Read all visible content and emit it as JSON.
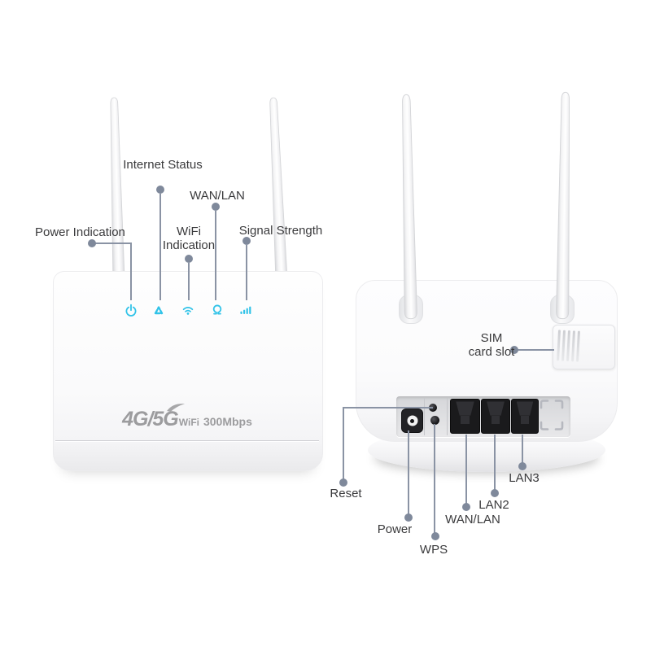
{
  "title": "4G/5G wireless router front and back callout diagram",
  "front_view": {
    "callouts": {
      "power_indication": "Power Indication",
      "internet_status": "Internet Status",
      "wifi_indication": "WiFi Indication",
      "wan_lan": "WAN/LAN",
      "signal_strength": "Signal Strength"
    },
    "led_icons": [
      "power-icon",
      "internet-status-icon",
      "wifi-icon",
      "wan-lan-icon",
      "signal-strength-icon"
    ],
    "logo": {
      "network": "4G/5G",
      "wifi": "WiFi",
      "speed": "300Mbps"
    }
  },
  "back_view": {
    "callouts": {
      "sim_card_slot": {
        "line1": "SIM",
        "line2": "card slot"
      },
      "reset": "Reset",
      "power": "Power",
      "wps": "WPS",
      "wan_lan": "WAN/LAN",
      "lan2": "LAN2",
      "lan3": "LAN3"
    },
    "ports": [
      "power-jack",
      "reset-hole",
      "wps-hole",
      "wan-lan-port",
      "lan2-port",
      "lan3-port",
      "blank-port-outline",
      "sim-card-slot"
    ]
  },
  "colors": {
    "led_accent": "#32c3e8",
    "callout_line": "#8a93a4",
    "label_text": "#3a3a3c",
    "logo_gray": "#9c9c9e"
  }
}
